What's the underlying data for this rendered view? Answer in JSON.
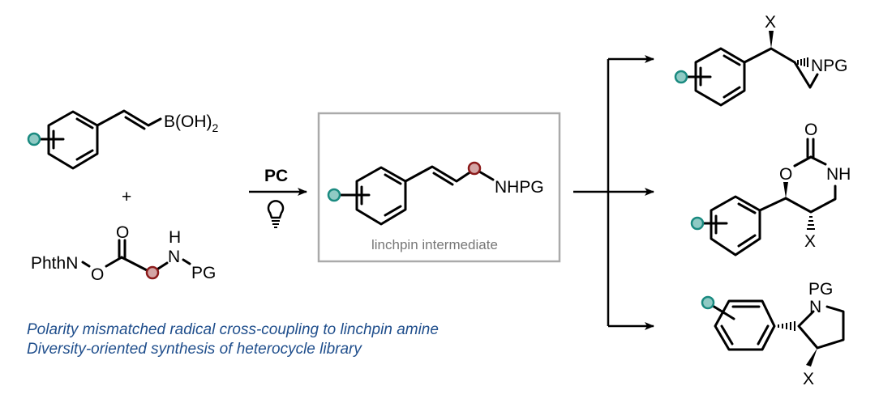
{
  "reactant1": {
    "group": "B(OH)",
    "subscript": "2"
  },
  "plus": "+",
  "reactant2": {
    "phthn": "PhthN",
    "ester_o": "O",
    "carbonyl_o": "O",
    "nh_h": "H",
    "nh_n": "N",
    "pg": "PG"
  },
  "conditions": {
    "catalyst": "PC",
    "light_icon": "lightbulb-icon"
  },
  "intermediate": {
    "group": "NHPG",
    "label": "linchpin intermediate"
  },
  "products": [
    {
      "x": "X",
      "amine": "NPG"
    },
    {
      "ring_o": "O",
      "carbonyl_o": "O",
      "nh": "NH",
      "x": "X"
    },
    {
      "pg": "PG",
      "n": "N",
      "x": "X"
    }
  ],
  "captions": [
    "Polarity mismatched radical cross-coupling to linchpin amine",
    "Diversity-oriented synthesis of heterocycle library"
  ],
  "colors": {
    "substituent": "#8fcac4",
    "substituent_stroke": "#1a8a80",
    "radical_site": "#d4a5a5",
    "radical_stroke": "#8b1a1a",
    "caption": "#1f4e8c",
    "box": "#aaaaaa"
  }
}
